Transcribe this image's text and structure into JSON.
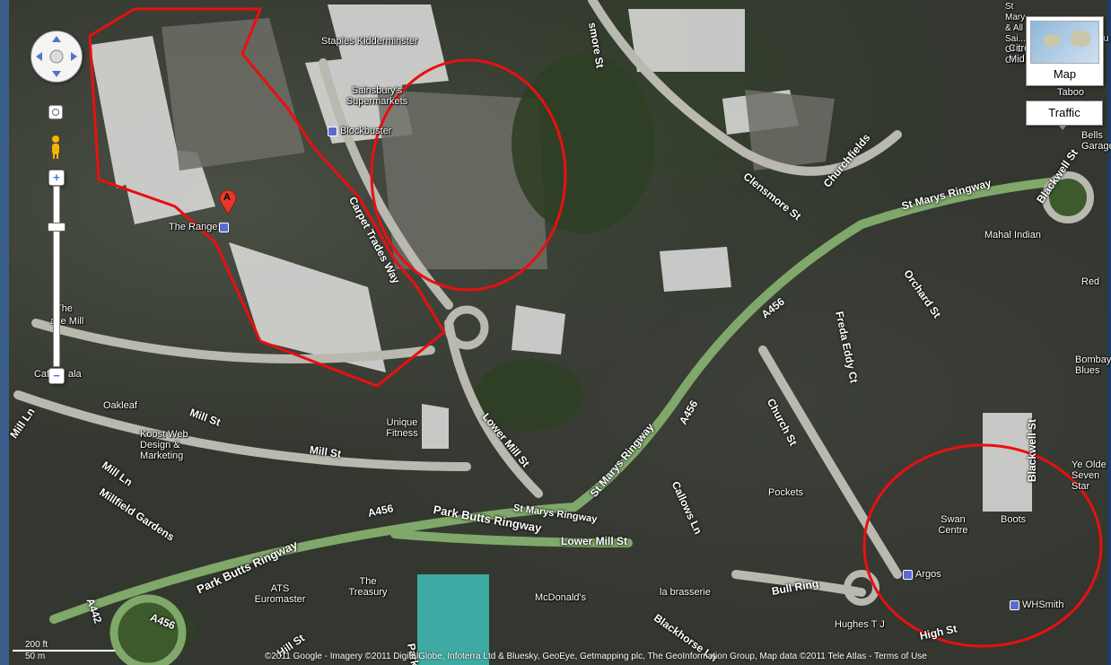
{
  "controls": {
    "map_button": "Map",
    "traffic_button": "Traffic",
    "pan_icon": "pan-arrows-icon",
    "pegman_icon": "pegman-icon",
    "zoom_in": "+",
    "zoom_out": "−"
  },
  "marker": {
    "letter": "A",
    "label": "The Range"
  },
  "places": {
    "staples": "Staples Kidderminster",
    "sainsburys": "Sainsbury's Supermarkets",
    "blockbuster": "Blockbuster",
    "mahal": "Mahal Indian",
    "red": "Red",
    "bombay": "Bombay Blues",
    "ye_olde": "Ye Olde Seven Star",
    "pockets": "Pockets",
    "swan": "Swan Centre",
    "boots": "Boots",
    "argos": "Argos",
    "whsmith": "WHSmith",
    "hughes": "Hughes T J",
    "la_brasserie": "la brasserie",
    "mcdonalds": "McDonald's",
    "treasury": "The Treasury",
    "ats": "ATS Euromaster",
    "unique_fitness": "Unique Fitness",
    "koost": "Koost Web Design & Marketing",
    "oakleaf": "Oakleaf",
    "cafe": "Cafe",
    "ala": "ala",
    "lace_mill": "ace Mill",
    "the": "The",
    "st_mary": "St Mary & All Sai... Of E Ch...",
    "citroen": "Citroen Mid",
    "taboo": "Taboo",
    "bells": "Bells Garage",
    "bu": "Bu"
  },
  "roads": {
    "carpet_trades": "Carpet Trades Way",
    "clensmore": "Clensmore St",
    "clensmore_top": "smore St",
    "churchfields": "Churchfields",
    "st_marys_ringway_top": "St Marys Ringway",
    "blackwell_st_top": "Blackwell St",
    "a456_mid": "A456",
    "a456_low": "A456",
    "a456_park": "A456",
    "a456_left": "A456",
    "a442": "A442",
    "st_marys_ringway_diag": "St Marys Ringway",
    "st_marys_ringway_low": "St Marys Ringway",
    "park_butts_ringway": "Park Butts Ringway",
    "park_butts_ringway_left": "Park Butts Ringway",
    "lower_mill_st": "Lower Mill St",
    "lower_mill_st_2": "Lower Mill St",
    "mill_st": "Mill St",
    "mill_st_2": "Mill St",
    "mill_ln": "Mill Ln",
    "mill_ln_2": "Mill Ln",
    "millfield_gardens": "Millfield Gardens",
    "church_st": "Church St",
    "callows_ln": "Callows Ln",
    "freda_eddy_ct": "Freda Eddy Ct",
    "orchard_st": "Orchard St",
    "blackwell_st": "Blackwell St",
    "bull_ring": "Bull Ring",
    "blackhorse_ln": "Blackhorse Ln",
    "high_st": "High St",
    "hill_st": "Hill St",
    "park": "Park"
  },
  "scale": {
    "ft": "200 ft",
    "m": "50 m"
  },
  "copyright": "©2011 Google - Imagery ©2011 DigitalGlobe, Infoterra Ltd & Bluesky, GeoEye, Getmapping plc, The GeoInformation Group, Map data ©2011 Tele Atlas - Terms of Use",
  "colors": {
    "annotation": "#e81010",
    "road": "#b9b9b0",
    "ringway": "#7fa86a"
  }
}
